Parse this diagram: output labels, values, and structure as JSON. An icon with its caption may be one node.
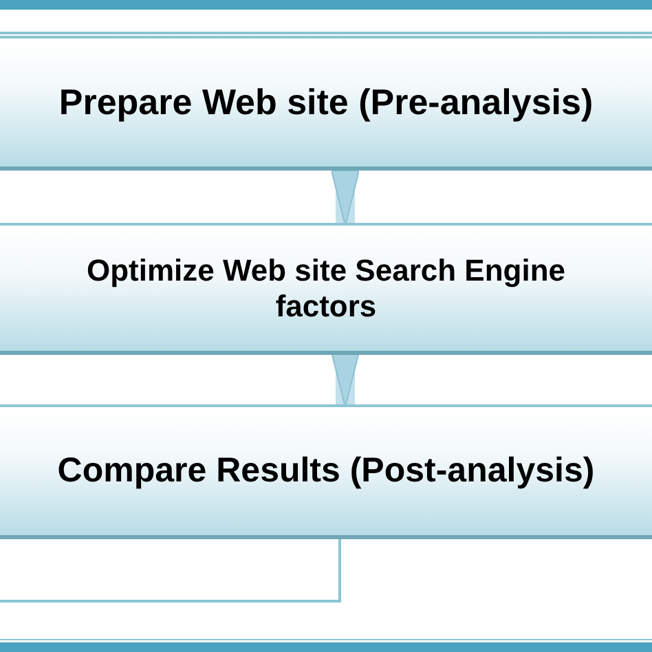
{
  "diagram": {
    "nodes": [
      {
        "text": [
          "Prepare Web site (Pre-analysis)"
        ]
      },
      {
        "text": [
          "Optimize Web site Search Engine factors"
        ]
      },
      {
        "text": [
          "Compare Results (Post-analysis)"
        ]
      }
    ],
    "edges": [
      {
        "from": 0,
        "to": 1,
        "arrow": "to"
      },
      {
        "from": 1,
        "to": 2,
        "arrow": "to"
      },
      {
        "from": 2,
        "to": null,
        "arrow": "none"
      }
    ]
  }
}
